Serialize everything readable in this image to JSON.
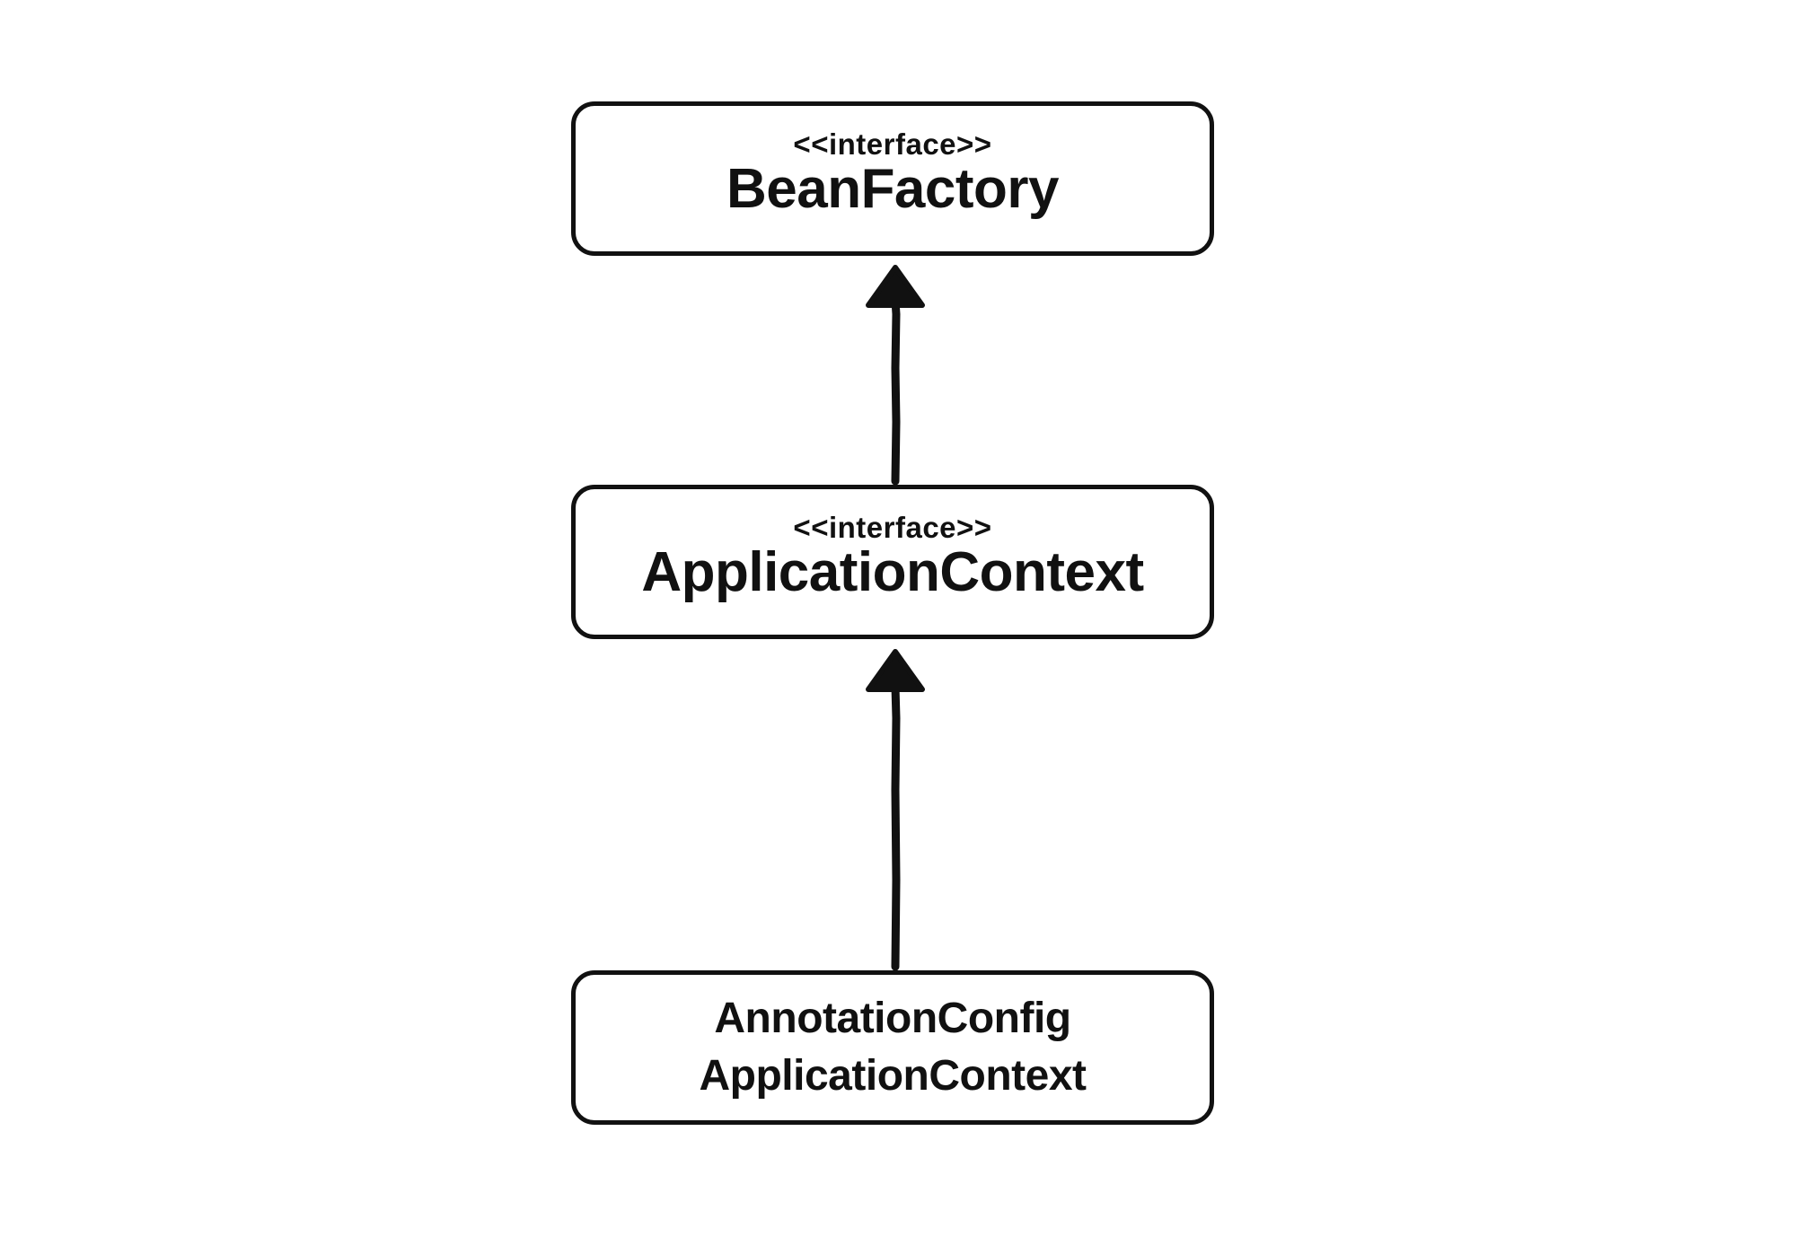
{
  "diagram": {
    "type": "uml-class-hierarchy",
    "nodes": [
      {
        "id": "beanfactory",
        "stereotype": "<<interface>>",
        "name": "BeanFactory"
      },
      {
        "id": "applicationcontext",
        "stereotype": "<<interface>>",
        "name": "ApplicationContext"
      },
      {
        "id": "annotationconfig",
        "name_lines": [
          "AnnotationConfig",
          "ApplicationContext"
        ]
      }
    ],
    "edges": [
      {
        "from": "applicationcontext",
        "to": "beanfactory",
        "kind": "generalization"
      },
      {
        "from": "annotationconfig",
        "to": "applicationcontext",
        "kind": "generalization"
      }
    ],
    "colors": {
      "stroke": "#111111",
      "background": "#ffffff"
    }
  }
}
